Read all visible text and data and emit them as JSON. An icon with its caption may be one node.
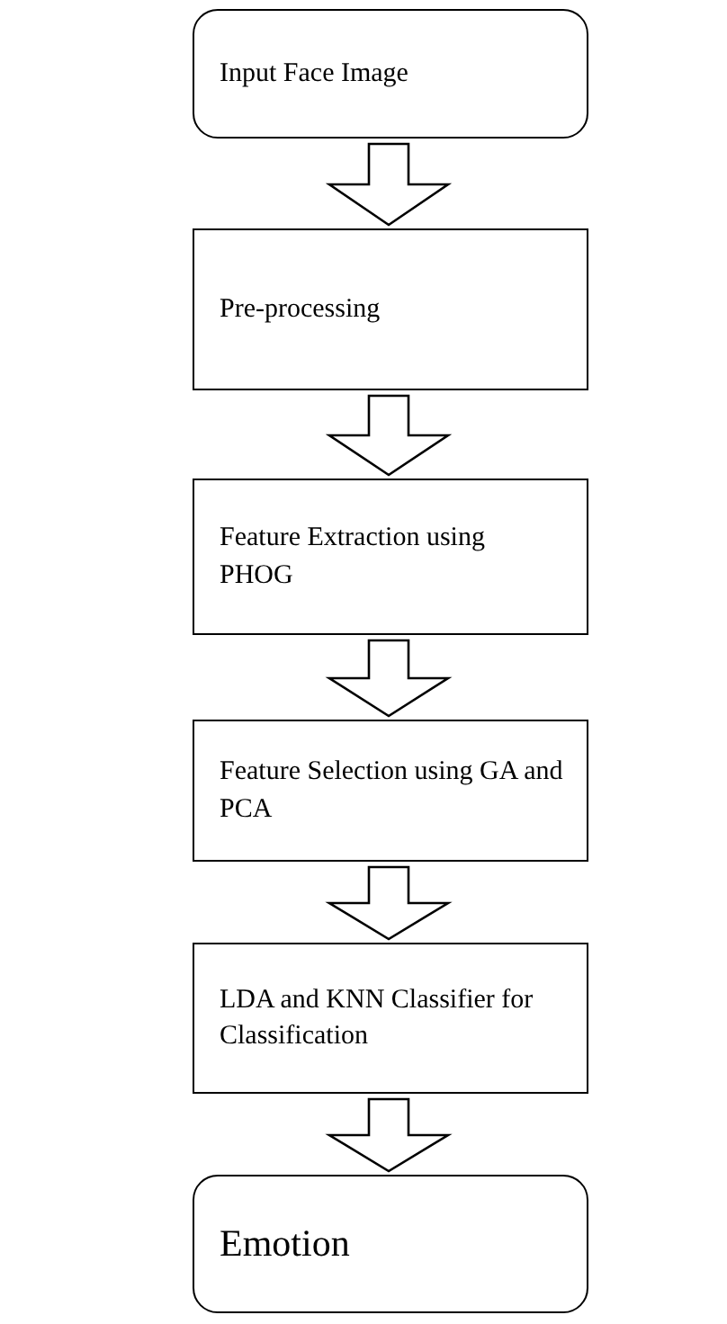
{
  "diagram": {
    "nodes": [
      {
        "text": [
          "Input Face Image"
        ]
      },
      {
        "text": [
          "Pre-processing"
        ]
      },
      {
        "text": [
          "Feature Extraction using PHOG"
        ]
      },
      {
        "text": [
          "Feature Selection using GA and PCA"
        ]
      },
      {
        "text": [
          "LDA and KNN Classifier for Classification"
        ]
      },
      {
        "text": [
          "Emotion"
        ]
      }
    ],
    "edges": [
      {
        "from": 0,
        "to": 1,
        "arrow": "to"
      },
      {
        "from": 1,
        "to": 2,
        "arrow": "to"
      },
      {
        "from": 2,
        "to": 3,
        "arrow": "to"
      },
      {
        "from": 3,
        "to": 4,
        "arrow": "to"
      },
      {
        "from": 4,
        "to": 5,
        "arrow": "to"
      }
    ]
  }
}
